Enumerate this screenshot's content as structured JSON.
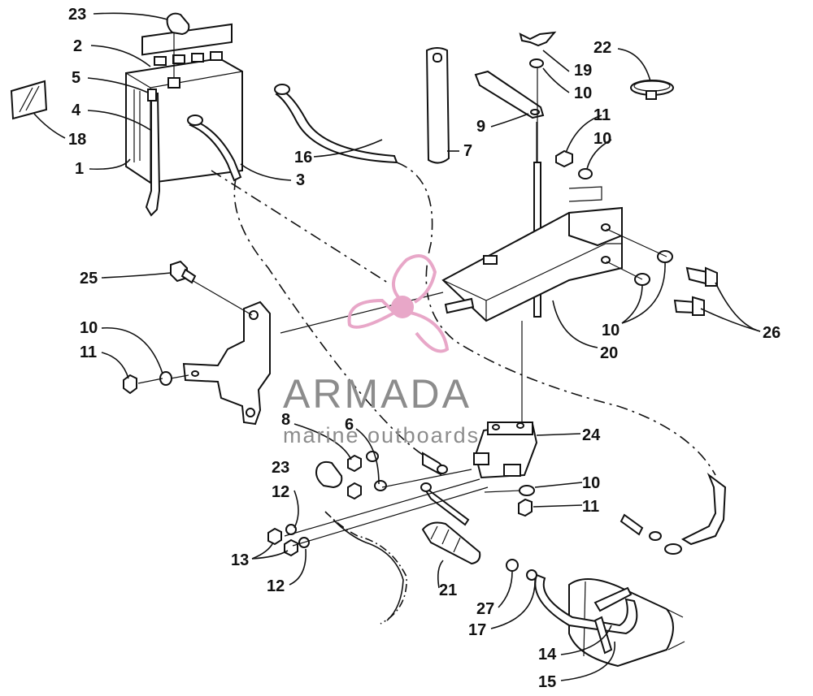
{
  "callouts": {
    "c23a": "23",
    "c2": "2",
    "c5": "5",
    "c4": "4",
    "c18": "18",
    "c1": "1",
    "c16": "16",
    "c3": "3",
    "c7": "7",
    "c9": "9",
    "c19": "19",
    "c10a": "10",
    "c22": "22",
    "c11a": "11",
    "c10b": "10",
    "c25": "25",
    "c10c": "10",
    "c11b": "11",
    "c10d": "10",
    "c26": "26",
    "c20": "20",
    "c8": "8",
    "c6": "6",
    "c23b": "23",
    "c24": "24",
    "c10e": "10",
    "c11c": "11",
    "c12a": "12",
    "c13": "13",
    "c12b": "12",
    "c21": "21",
    "c27": "27",
    "c17": "17",
    "c14": "14",
    "c15": "15"
  },
  "watermark": {
    "brand": "ARMADA",
    "tagline": "marine outboards",
    "color": "#e8a7c8"
  }
}
